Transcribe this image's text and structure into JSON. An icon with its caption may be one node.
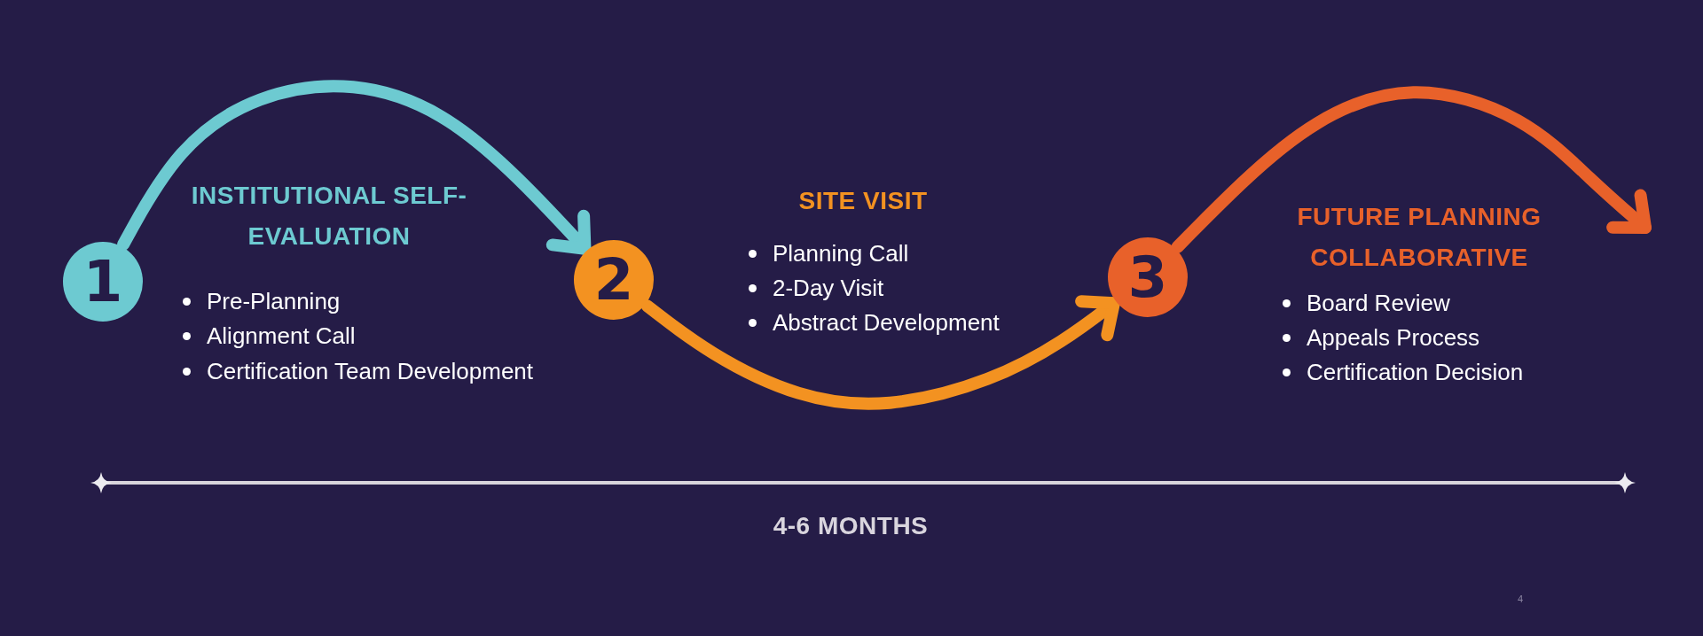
{
  "diagram": {
    "nodes": [
      {
        "text": [
          "1"
        ]
      },
      {
        "text": [
          "2"
        ]
      },
      {
        "text": [
          "3"
        ]
      }
    ],
    "edges": [
      {
        "from": 0,
        "to": 1,
        "arrow": "to",
        "color": "#6dcad1"
      },
      {
        "from": 1,
        "to": 2,
        "arrow": "to",
        "color": "#f39221"
      },
      {
        "from": 2,
        "to": null,
        "arrow": "to",
        "color": "#e8612a"
      }
    ],
    "labels": [
      "INSTITUTIONAL SELF-EVALUATION",
      "Pre-Planning",
      "Alignment Call",
      "Certification Team Development",
      "SITE VISIT",
      "Planning Call",
      "2-Day Visit",
      "Abstract Development",
      "FUTURE PLANNING COLLABORATIVE",
      "Board Review",
      "Appeals Process",
      "Certification Decision",
      "4-6 MONTHS",
      "4"
    ]
  }
}
